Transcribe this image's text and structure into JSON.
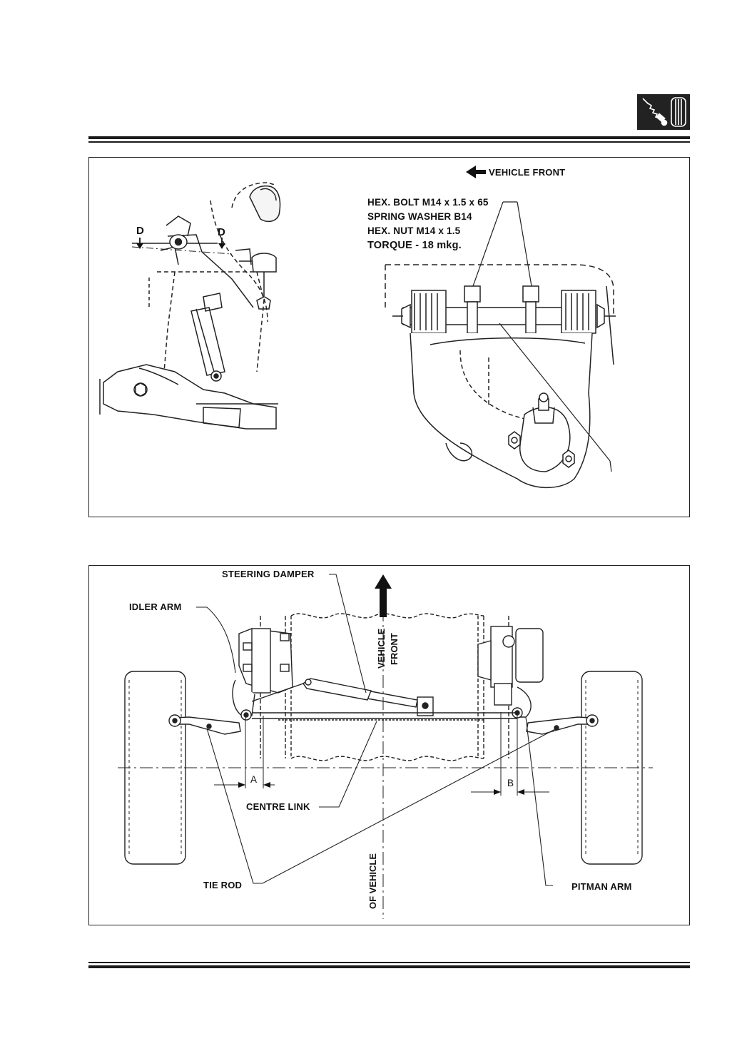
{
  "header": {
    "icon": "suspension-shock-absorber-icon"
  },
  "figure_top": {
    "direction_label": "VEHICLE FRONT",
    "section_marker": "D",
    "spec_lines": [
      "HEX. BOLT M14 x 1.5 x 65",
      "SPRING WASHER B14",
      "HEX. NUT M14 x 1.5",
      "TORQUE - 18 mkg."
    ]
  },
  "figure_bottom": {
    "labels": {
      "steering_damper": "STEERING DAMPER",
      "idler_arm": "IDLER ARM",
      "vehicle_front_line1": "VEHICLE",
      "vehicle_front_line2": "FRONT",
      "centre_link": "CENTRE LINK",
      "tie_rod": "TIE ROD",
      "pitman_arm": "PITMAN ARM",
      "of_vehicle": "OF  VEHICLE",
      "dim_a": "A",
      "dim_b": "B"
    }
  }
}
